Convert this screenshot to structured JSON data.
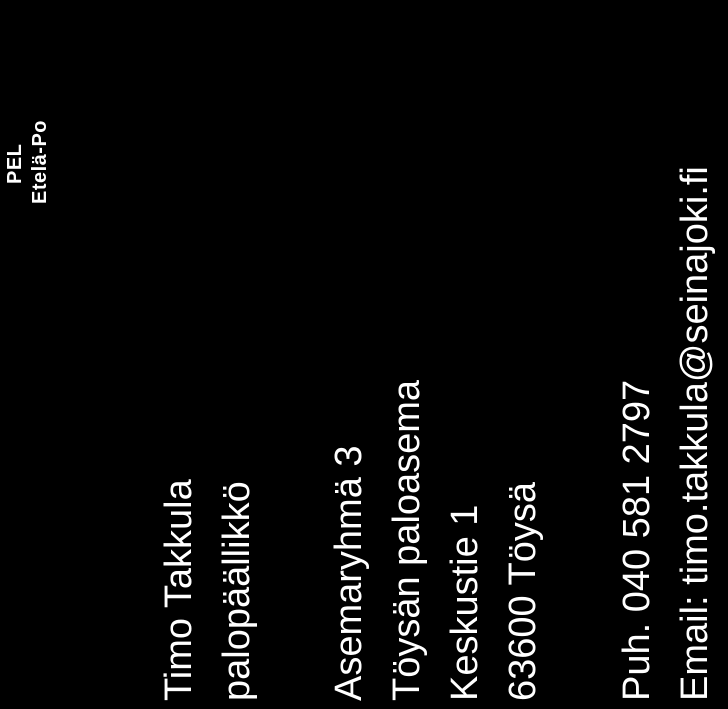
{
  "header": {
    "org_short": "PEL",
    "org_region": "Etelä-Po"
  },
  "contact": {
    "name": "Timo Takkula",
    "title": "palopäällikkö"
  },
  "address": {
    "group": "Asemaryhmä 3",
    "station": "Töysän paloasema",
    "street": "Keskustie 1",
    "postal": "63600 Töysä"
  },
  "communication": {
    "phone": "Puh. 040 581 2797",
    "email": "Email: timo.takkula@seinajoki.fi"
  },
  "colors": {
    "background": "#000000",
    "text": "#ffffff"
  }
}
